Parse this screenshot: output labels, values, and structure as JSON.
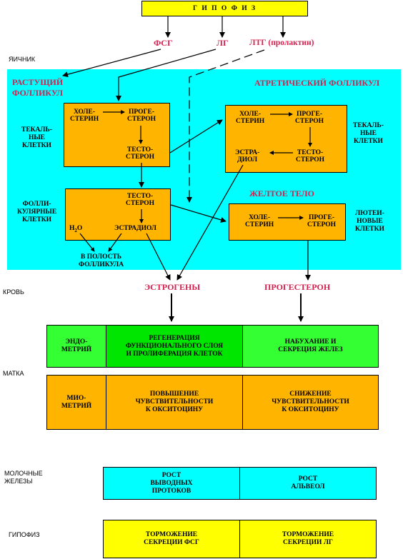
{
  "colors": {
    "cyan": "#00ffff",
    "orange": "#ffb400",
    "yellow": "#ffff00",
    "green_light": "#33ff33",
    "green_dark": "#00e600",
    "label_red": "#d6204e"
  },
  "top": {
    "pituitary": "Г И П О Ф И З"
  },
  "hormones": {
    "fsh": "ФСГ",
    "lh": "ЛГ",
    "ltg": "ЛТГ (пролактин)"
  },
  "side_labels": {
    "ovary": "ЯИЧНИК",
    "blood": "КРОВЬ",
    "uterus": "МАТКА",
    "mammary": "МОЛОЧНЫЕ\nЖЕЛЕЗЫ",
    "pituitary": "ГИПОФИЗ"
  },
  "ovary": {
    "growing_follicle": "РАСТУЩИЙ\nФОЛЛИКУЛ",
    "atretic_follicle": "АТРЕТИЧЕСКИЙ ФОЛЛИКУЛ",
    "corpus_luteum": "ЖЕЛТОЕ ТЕЛО",
    "theca_cells": "ТЕКАЛЬ-\nНЫЕ\nКЛЕТКИ",
    "theca_cells_right": "ТЕКАЛЬ-\nНЫЕ\nКЛЕТКИ",
    "follicular_cells": "ФОЛЛИ-\nКУЛЯРНЫЕ\nКЛЕТКИ",
    "luteal_cells": "ЛЮТЕИ-\nНОВЫЕ\nКЛЕТКИ",
    "into_cavity": "В ПОЛОСТЬ\nФОЛЛИКУЛА",
    "box1": {
      "cholesterol": "ХОЛЕ-\nСТЕРИН",
      "progesterone": "ПРОГЕ-\nСТЕРОН",
      "testosterone": "ТЕСТО-\nСТЕРОН"
    },
    "box2": {
      "testosterone": "ТЕСТО-\nСТЕРОН",
      "water_h": "Н",
      "water_sub": "2",
      "water_o": "О",
      "estradiol": "ЭСТРАДИОЛ"
    },
    "box3": {
      "cholesterol": "ХОЛЕ-\nСТЕРИН",
      "progesterone": "ПРОГЕ-\nСТЕРОН",
      "testosterone": "ТЕСТО-\nСТЕРОН",
      "estradiol": "ЭСТРА-\nДИОЛ"
    },
    "box4": {
      "cholesterol": "ХОЛЕ-\nСТЕРИН",
      "progesterone": "ПРОГЕ-\nСТЕРОН"
    }
  },
  "blood": {
    "estrogens": "ЭСТРОГЕНЫ",
    "progesterone": "ПРОГЕСТЕРОН"
  },
  "effects": {
    "endometrium": {
      "label": "ЭНДО-\nМЕТРИЙ",
      "estrogen": "РЕГЕНЕРАЦИЯ\nФУНКЦИОНАЛЬНОГО СЛОЯ\nИ ПРОЛИФЕРАЦИЯ КЛЕТОК",
      "progesterone": "НАБУХАНИЕ И\nСЕКРЕЦИЯ ЖЕЛЕЗ"
    },
    "myometrium": {
      "label": "МИО-\nМЕТРИЙ",
      "estrogen": "ПОВЫШЕНИЕ\nЧУВСТВИТЕЛЬНОСТИ\nК ОКСИТОЦИНУ",
      "progesterone": "СНИЖЕНИЕ\nЧУВСТВИТЕЛЬНОСТИ\nК ОКСИТОЦИНУ"
    },
    "mammary": {
      "estrogen": "РОСТ\nВЫВОДНЫХ\nПРОТОКОВ",
      "progesterone": "РОСТ\nАЛЬВЕОЛ"
    },
    "pituitary": {
      "estrogen": "ТОРМОЖЕНИЕ\nСЕКРЕЦИИ ФСГ",
      "progesterone": "ТОРМОЖЕНИЕ\nСЕКРЕЦИИ ЛГ"
    }
  }
}
